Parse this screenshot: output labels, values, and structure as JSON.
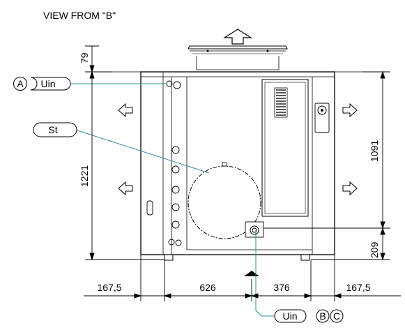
{
  "title": "VIEW FROM \"B\"",
  "callouts": {
    "a": "A",
    "uin_top": "Uin",
    "st": "St",
    "uin_bottom": "Uin",
    "b": "B",
    "c": "C"
  },
  "dimensions": {
    "top_offset": "79",
    "height_left": "1221",
    "height_right_upper": "1091",
    "height_right_lower": "209",
    "width_left": "167,5",
    "width_mid_left": "626",
    "width_mid_right": "376",
    "width_right": "167,5"
  },
  "colors": {
    "leader": "#2a8c9c",
    "line": "#000000"
  }
}
